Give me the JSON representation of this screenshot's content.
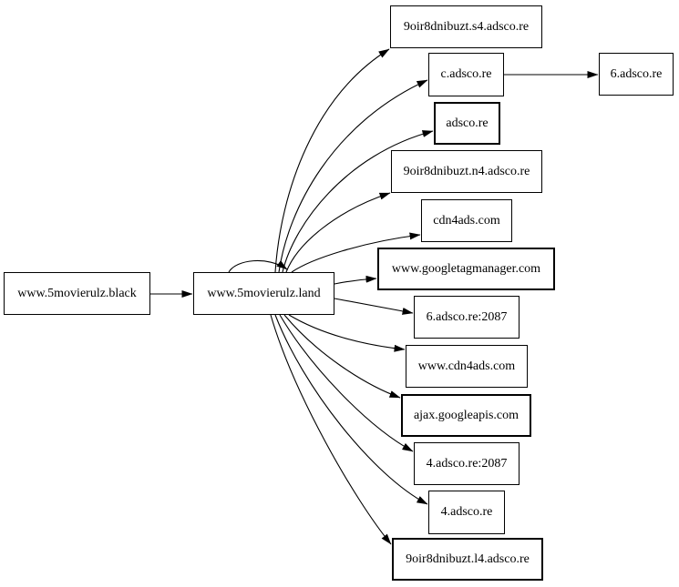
{
  "diagram": {
    "type": "directed-graph",
    "colors": {
      "background": "#ffffff",
      "node_fill": "#ffffff",
      "node_border": "#000000",
      "edge": "#000000",
      "text": "#000000"
    },
    "nodes": [
      {
        "id": "black",
        "label": "www.5movierulz.black"
      },
      {
        "id": "land",
        "label": "www.5movierulz.land"
      },
      {
        "id": "s4",
        "label": "9oir8dnibuzt.s4.adsco.re"
      },
      {
        "id": "c",
        "label": "c.adsco.re"
      },
      {
        "id": "six",
        "label": "6.adsco.re"
      },
      {
        "id": "adsco",
        "label": "adsco.re"
      },
      {
        "id": "n4",
        "label": "9oir8dnibuzt.n4.adsco.re"
      },
      {
        "id": "cdn4ads",
        "label": "cdn4ads.com"
      },
      {
        "id": "gtm",
        "label": "www.googletagmanager.com"
      },
      {
        "id": "six2087",
        "label": "6.adsco.re:2087"
      },
      {
        "id": "wcdn4ads",
        "label": "www.cdn4ads.com"
      },
      {
        "id": "ajax",
        "label": "ajax.googleapis.com"
      },
      {
        "id": "four2087",
        "label": "4.adsco.re:2087"
      },
      {
        "id": "four",
        "label": "4.adsco.re"
      },
      {
        "id": "l4",
        "label": "9oir8dnibuzt.l4.adsco.re"
      }
    ],
    "edges": [
      {
        "from": "www.5movierulz.black",
        "to": "www.5movierulz.land"
      },
      {
        "from": "www.5movierulz.land",
        "to": "www.5movierulz.land"
      },
      {
        "from": "www.5movierulz.land",
        "to": "9oir8dnibuzt.s4.adsco.re"
      },
      {
        "from": "www.5movierulz.land",
        "to": "c.adsco.re"
      },
      {
        "from": "c.adsco.re",
        "to": "6.adsco.re"
      },
      {
        "from": "www.5movierulz.land",
        "to": "adsco.re"
      },
      {
        "from": "www.5movierulz.land",
        "to": "9oir8dnibuzt.n4.adsco.re"
      },
      {
        "from": "www.5movierulz.land",
        "to": "cdn4ads.com"
      },
      {
        "from": "www.5movierulz.land",
        "to": "www.googletagmanager.com"
      },
      {
        "from": "www.5movierulz.land",
        "to": "6.adsco.re:2087"
      },
      {
        "from": "www.5movierulz.land",
        "to": "www.cdn4ads.com"
      },
      {
        "from": "www.5movierulz.land",
        "to": "ajax.googleapis.com"
      },
      {
        "from": "www.5movierulz.land",
        "to": "4.adsco.re:2087"
      },
      {
        "from": "www.5movierulz.land",
        "to": "4.adsco.re"
      },
      {
        "from": "www.5movierulz.land",
        "to": "9oir8dnibuzt.l4.adsco.re"
      }
    ]
  }
}
